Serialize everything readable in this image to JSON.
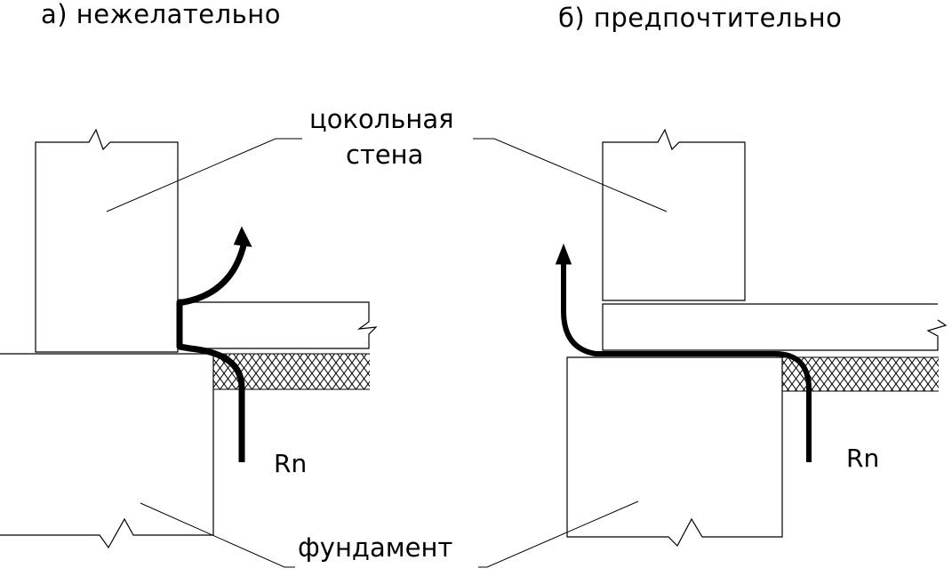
{
  "panels": {
    "left": {
      "title": "а) нежелательно",
      "flow_label": "Rn"
    },
    "right": {
      "title": "б) предпочтительно",
      "flow_label": "Rn"
    }
  },
  "callouts": {
    "wall": {
      "line1": "цокольная",
      "line2": "стена"
    },
    "foundation": "фундамент"
  },
  "colors": {
    "ink": "#000000",
    "background": "#ffffff"
  },
  "icons": {
    "flow_arrow": "arrow-up-icon",
    "break_mark": "zigzag-break-icon",
    "soil": "soil-hatch-icon"
  }
}
